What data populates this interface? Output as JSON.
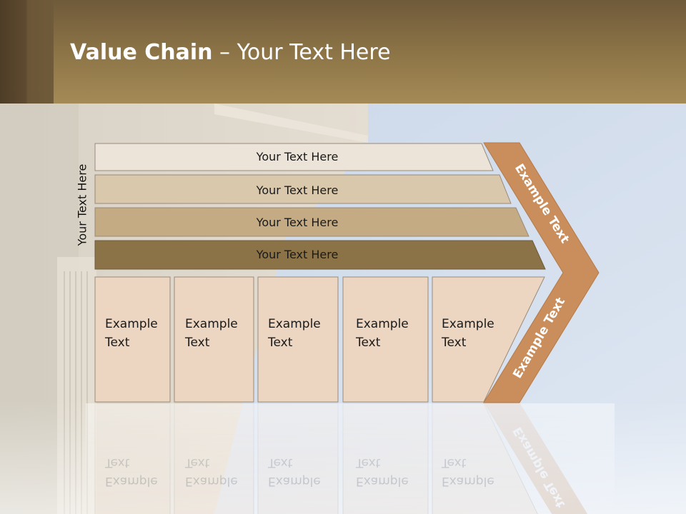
{
  "slide": {
    "title_bold": "Value Chain",
    "title_rest": " – Your Text Here",
    "side_label": "Your Text Here"
  },
  "support_rows": [
    {
      "label": "Your Text Here",
      "color": "#ece4d8"
    },
    {
      "label": "Your Text Here",
      "color": "#d9c8ab"
    },
    {
      "label": "Your Text Here",
      "color": "#c5ab84"
    },
    {
      "label": "Your Text Here",
      "color": "#8b7347"
    }
  ],
  "primary_boxes": [
    {
      "line1": "Example",
      "line2": "Text"
    },
    {
      "line1": "Example",
      "line2": "Text"
    },
    {
      "line1": "Example",
      "line2": "Text"
    },
    {
      "line1": "Example",
      "line2": "Text"
    },
    {
      "line1": "Example",
      "line2": "Text"
    }
  ],
  "margin": {
    "upper_label": "Example Text",
    "lower_label": "Example Text",
    "color": "#c98e5c"
  },
  "colors": {
    "header": "#8f7648",
    "primary_fill": "#ecd6c2",
    "box_border": "#9a8a78"
  }
}
